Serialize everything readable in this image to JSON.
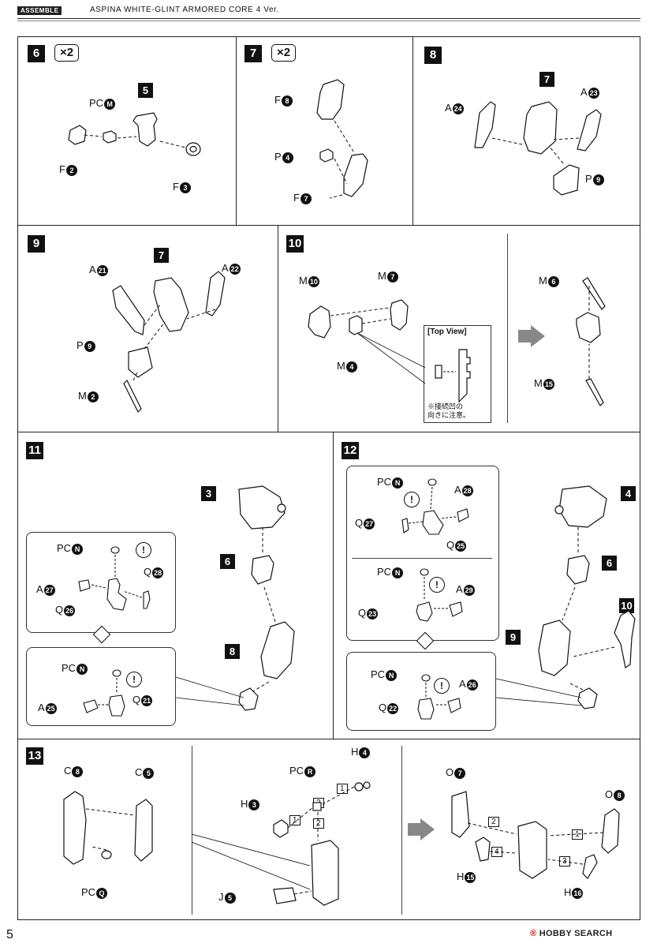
{
  "header": {
    "tag": "ASSEMBLE",
    "title": "ASPINA  WHITE-GLINT ARMORED CORE 4 Ver."
  },
  "steps": {
    "s6": {
      "num": "6",
      "mult": "×2",
      "part_ref": "5",
      "labels": {
        "pc": "PC",
        "pc_code": "M",
        "f1": "F",
        "f1_code": "2",
        "f2": "F",
        "f2_code": "3"
      }
    },
    "s7": {
      "num": "7",
      "mult": "×2",
      "labels": {
        "f1": "F",
        "f1_code": "8",
        "p": "P",
        "p_code": "4",
        "f2": "F",
        "f2_code": "7"
      }
    },
    "s8": {
      "num": "8",
      "part_ref": "7",
      "labels": {
        "a1": "A",
        "a1_code": "24",
        "a2": "A",
        "a2_code": "23",
        "p": "P",
        "p_code": "9"
      }
    },
    "s9": {
      "num": "9",
      "part_ref": "7",
      "labels": {
        "a1": "A",
        "a1_code": "21",
        "a2": "A",
        "a2_code": "22",
        "p": "P",
        "p_code": "9",
        "m": "M",
        "m_code": "2"
      }
    },
    "s10": {
      "num": "10",
      "labels": {
        "m1": "M",
        "m1_code": "10",
        "m2": "M",
        "m2_code": "7",
        "m3": "M",
        "m3_code": "4",
        "m4": "M",
        "m4_code": "6",
        "m5": "M",
        "m5_code": "15"
      },
      "topview": {
        "title": "[Top View]",
        "note1": "※接続凹の",
        "note2": "向きに注意。"
      }
    },
    "s11": {
      "num": "11",
      "refs": {
        "r3": "3",
        "r6": "6",
        "r8": "8"
      },
      "upper": {
        "pc": "PC",
        "pc_code": "N",
        "a": "A",
        "a_code": "27",
        "q1": "Q",
        "q1_code": "28",
        "q2": "Q",
        "q2_code": "26"
      },
      "lower": {
        "pc": "PC",
        "pc_code": "N",
        "a": "A",
        "a_code": "25",
        "q": "Q",
        "q_code": "21"
      }
    },
    "s12": {
      "num": "12",
      "refs": {
        "r4": "4",
        "r6": "6",
        "r9": "9",
        "r10": "10"
      },
      "upper": {
        "pc": "PC",
        "pc_code": "N",
        "a": "A",
        "a_code": "28",
        "q1": "Q",
        "q1_code": "27",
        "q2": "Q",
        "q2_code": "25"
      },
      "middle": {
        "pc": "PC",
        "pc_code": "N",
        "a": "A",
        "a_code": "29",
        "q": "Q",
        "q_code": "23"
      },
      "lower": {
        "pc": "PC",
        "pc_code": "N",
        "a": "A",
        "a_code": "26",
        "q": "Q",
        "q_code": "22"
      }
    },
    "s13": {
      "num": "13",
      "left": {
        "c1": "C",
        "c1_code": "8",
        "c2": "C",
        "c2_code": "5",
        "pc": "PC",
        "pc_code": "Q"
      },
      "middle": {
        "h1": "H",
        "h1_code": "4",
        "pc": "PC",
        "pc_code": "R",
        "h2": "H",
        "h2_code": "3",
        "j": "J",
        "j_code": "5",
        "o1": "1",
        "o2": "2",
        "o3": "1",
        "o4": "2"
      },
      "right": {
        "o1": "O",
        "o1_code": "7",
        "o2": "O",
        "o2_code": "8",
        "h1": "H",
        "h1_code": "15",
        "h2": "H",
        "h2_code": "16",
        "n1": "2",
        "n2": "1",
        "n3": "4",
        "n4": "3"
      }
    }
  },
  "footer": {
    "page": "5",
    "logo": "HOBBY SEARCH",
    "logo_mark": "®"
  }
}
